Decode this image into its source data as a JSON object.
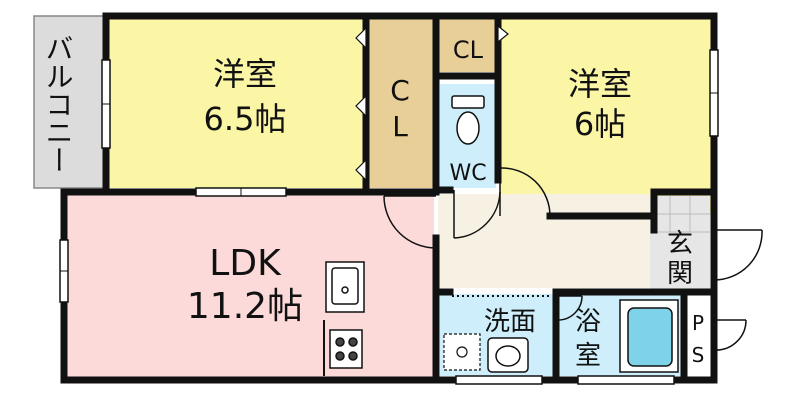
{
  "rooms": {
    "western_room_1": {
      "name": "洋室",
      "size": "6.5帖"
    },
    "western_room_2": {
      "name": "洋室",
      "size": "6帖"
    },
    "ldk": {
      "name": "LDK",
      "size": "11.2帖"
    },
    "closet_large": {
      "line1": "C",
      "line2": "L"
    },
    "closet_small": {
      "label": "CL"
    },
    "toilet": {
      "label": "WC"
    },
    "washroom": {
      "label": "洗面"
    },
    "bathroom": {
      "line1": "浴",
      "line2": "室"
    },
    "entrance": {
      "line1": "玄",
      "line2": "関"
    },
    "pipe_space": {
      "line1": "P",
      "line2": "S"
    },
    "balcony": {
      "label": "バルコニー"
    }
  },
  "colors": {
    "wall": "#111111",
    "western_room": "#fbf5a6",
    "ldk": "#fcdada",
    "closet_large": "#e8cf98",
    "closet_small": "#e8cf98",
    "wet_area": "#cdeefa",
    "hallway": "#f6f1e2",
    "balcony": "#dcdcdc",
    "entrance": "#e6e6e6"
  }
}
